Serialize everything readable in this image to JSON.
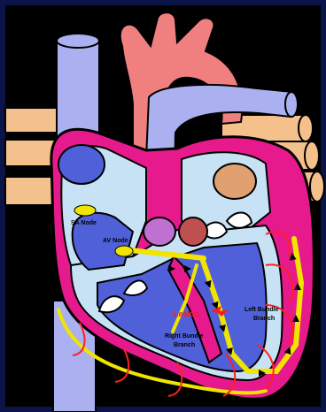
{
  "labels": {
    "sa_node": "SA Node",
    "av_node": "AV Node",
    "lesion": "Lesion",
    "left_bundle_line1": "Left Bundle",
    "left_bundle_line2": "Branch",
    "right_bundle_line1": "Right Bundle",
    "right_bundle_line2": "Branch"
  },
  "colors": {
    "frame": "#0a1448",
    "background": "#000000",
    "aorta": "#f08080",
    "vena_cava": "#aab0f0",
    "pulmonary_vessels": "#f4c08c",
    "myocardium": "#e61a8c",
    "chamber_fill": "#c6e2f4",
    "ventricle_inner": "#5060d8",
    "conduction_path": "#f0e400",
    "purkinje": "#ff2020",
    "lesion_text": "#ff1a1a",
    "label_text": "#000000"
  }
}
